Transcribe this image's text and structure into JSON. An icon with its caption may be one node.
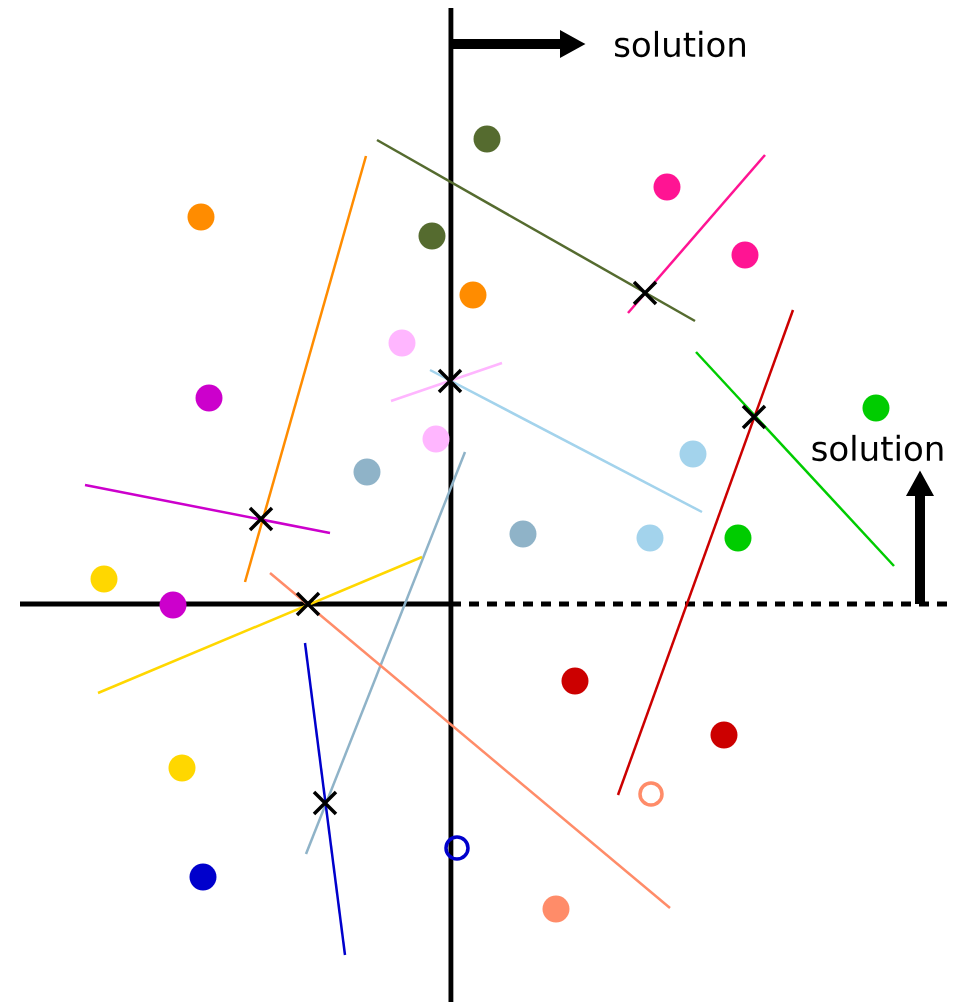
{
  "diagram": {
    "nodes": [
      {
        "text": [
          "solution"
        ]
      },
      {
        "text": [
          "solution"
        ]
      }
    ],
    "edges": [
      {
        "from": null,
        "to": 0,
        "arrow": "to"
      },
      {
        "from": null,
        "to": 1,
        "arrow": "to"
      }
    ]
  }
}
